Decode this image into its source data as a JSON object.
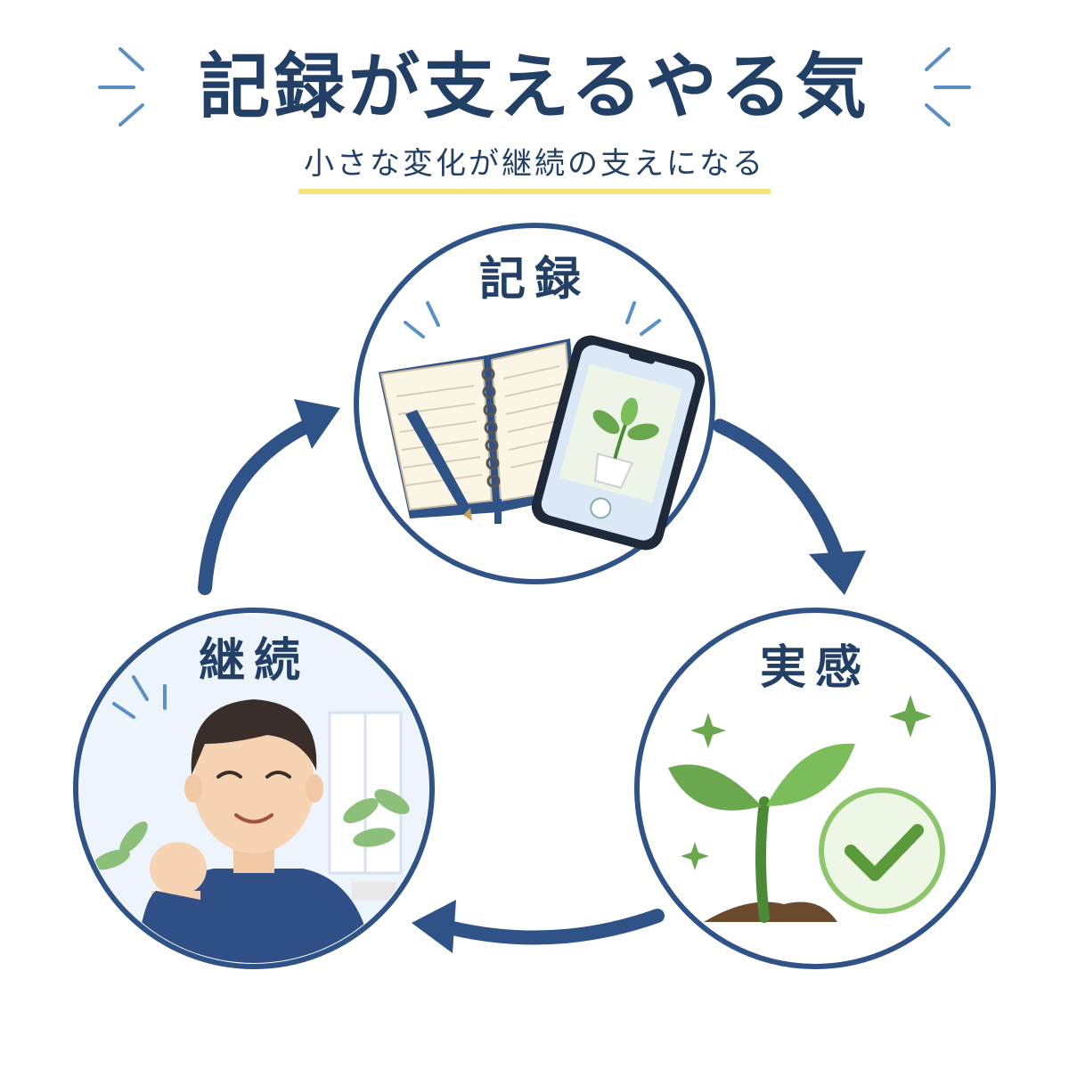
{
  "title": "記録が支えるやる気",
  "subtitle": "小さな変化が継続の支えになる",
  "nodes": {
    "record": {
      "label": "記録",
      "icon": "notebook-and-phone-icon"
    },
    "feeling": {
      "label": "実感",
      "icon": "sprout-with-check-icon"
    },
    "continue": {
      "label": "継続",
      "icon": "smiling-person-icon"
    }
  },
  "colors": {
    "navy": "#223f66",
    "highlight": "#f7e27a",
    "leaf": "#6aa84f",
    "check": "#5b9a3a",
    "sweater": "#2f4f86"
  }
}
